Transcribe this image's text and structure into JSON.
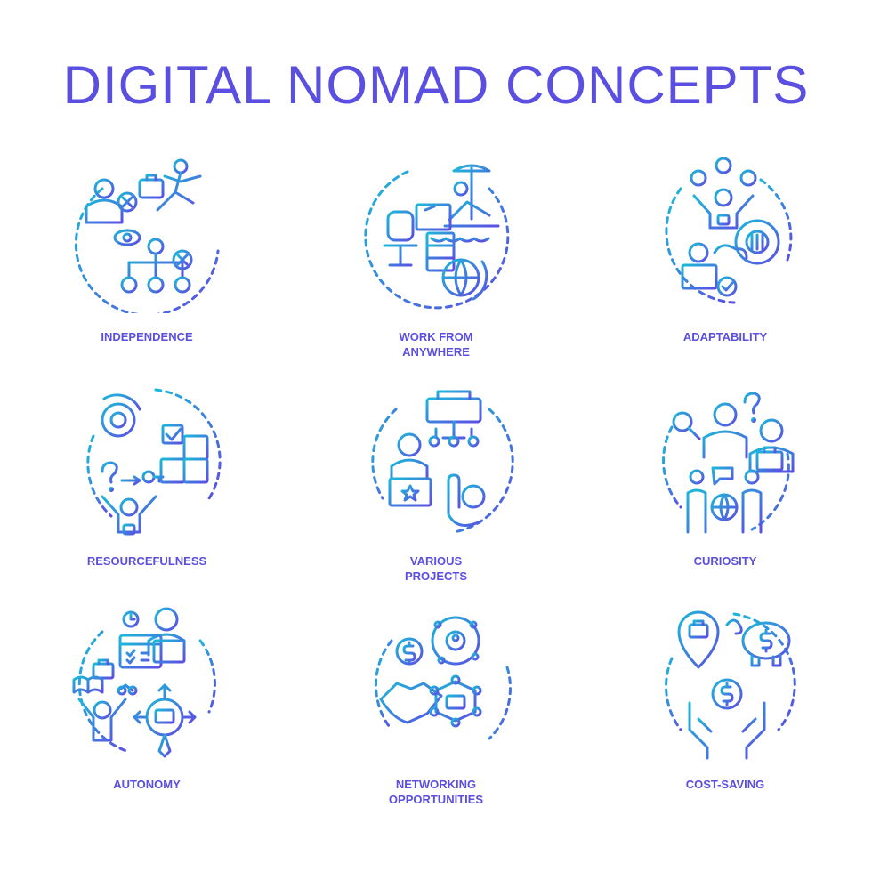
{
  "title": "DIGITAL NOMAD CONCEPTS",
  "colors": {
    "gradient_start": "#1cb8d8",
    "gradient_end": "#5b4ee3",
    "label": "#5a4fe0"
  },
  "icons": [
    {
      "name": "independence-icon",
      "label_lines": [
        "INDEPENDENCE"
      ]
    },
    {
      "name": "work-from-anywhere-icon",
      "label_lines": [
        "WORK FROM",
        "ANYWHERE"
      ]
    },
    {
      "name": "adaptability-icon",
      "label_lines": [
        "ADAPTABILITY"
      ]
    },
    {
      "name": "resourcefulness-icon",
      "label_lines": [
        "RESOURCEFULNESS"
      ]
    },
    {
      "name": "various-projects-icon",
      "label_lines": [
        "VARIOUS",
        "PROJECTS"
      ]
    },
    {
      "name": "curiosity-icon",
      "label_lines": [
        "CURIOSITY"
      ]
    },
    {
      "name": "autonomy-icon",
      "label_lines": [
        "AUTONOMY"
      ]
    },
    {
      "name": "networking-opportunities-icon",
      "label_lines": [
        "NETWORKING",
        "OPPORTUNITIES"
      ]
    },
    {
      "name": "cost-saving-icon",
      "label_lines": [
        "COST-SAVING"
      ]
    }
  ]
}
